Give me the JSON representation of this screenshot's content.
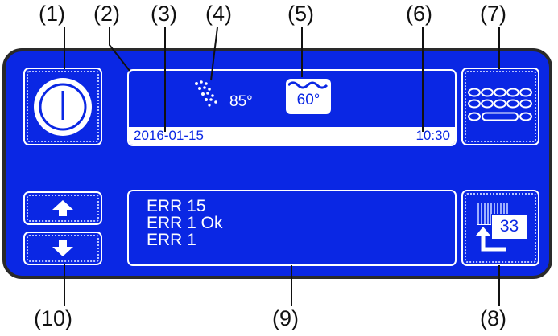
{
  "callouts": {
    "c1": "(1)",
    "c2": "(2)",
    "c3": "(3)",
    "c4": "(4)",
    "c5": "(5)",
    "c6": "(6)",
    "c7": "(7)",
    "c8": "(8)",
    "c9": "(9)",
    "c10": "(10)"
  },
  "display": {
    "spray_temp": "85°",
    "tank_temp": "60°",
    "date": "2016-01-15",
    "time": "10:30"
  },
  "errors": [
    "ERR 15",
    "ERR 1 Ok",
    "ERR 1"
  ],
  "program_number": "33",
  "icons": {
    "power": "power-icon",
    "spray": "spray-icon",
    "tank": "tank-icon",
    "keypad": "keypad-icon",
    "arrow_up": "arrow-up-icon",
    "arrow_down": "arrow-down-icon",
    "program": "program-select-icon"
  },
  "colors": {
    "panel": "#0a27e4",
    "foreground": "#ffffff",
    "frame": "#2a2a2a"
  }
}
